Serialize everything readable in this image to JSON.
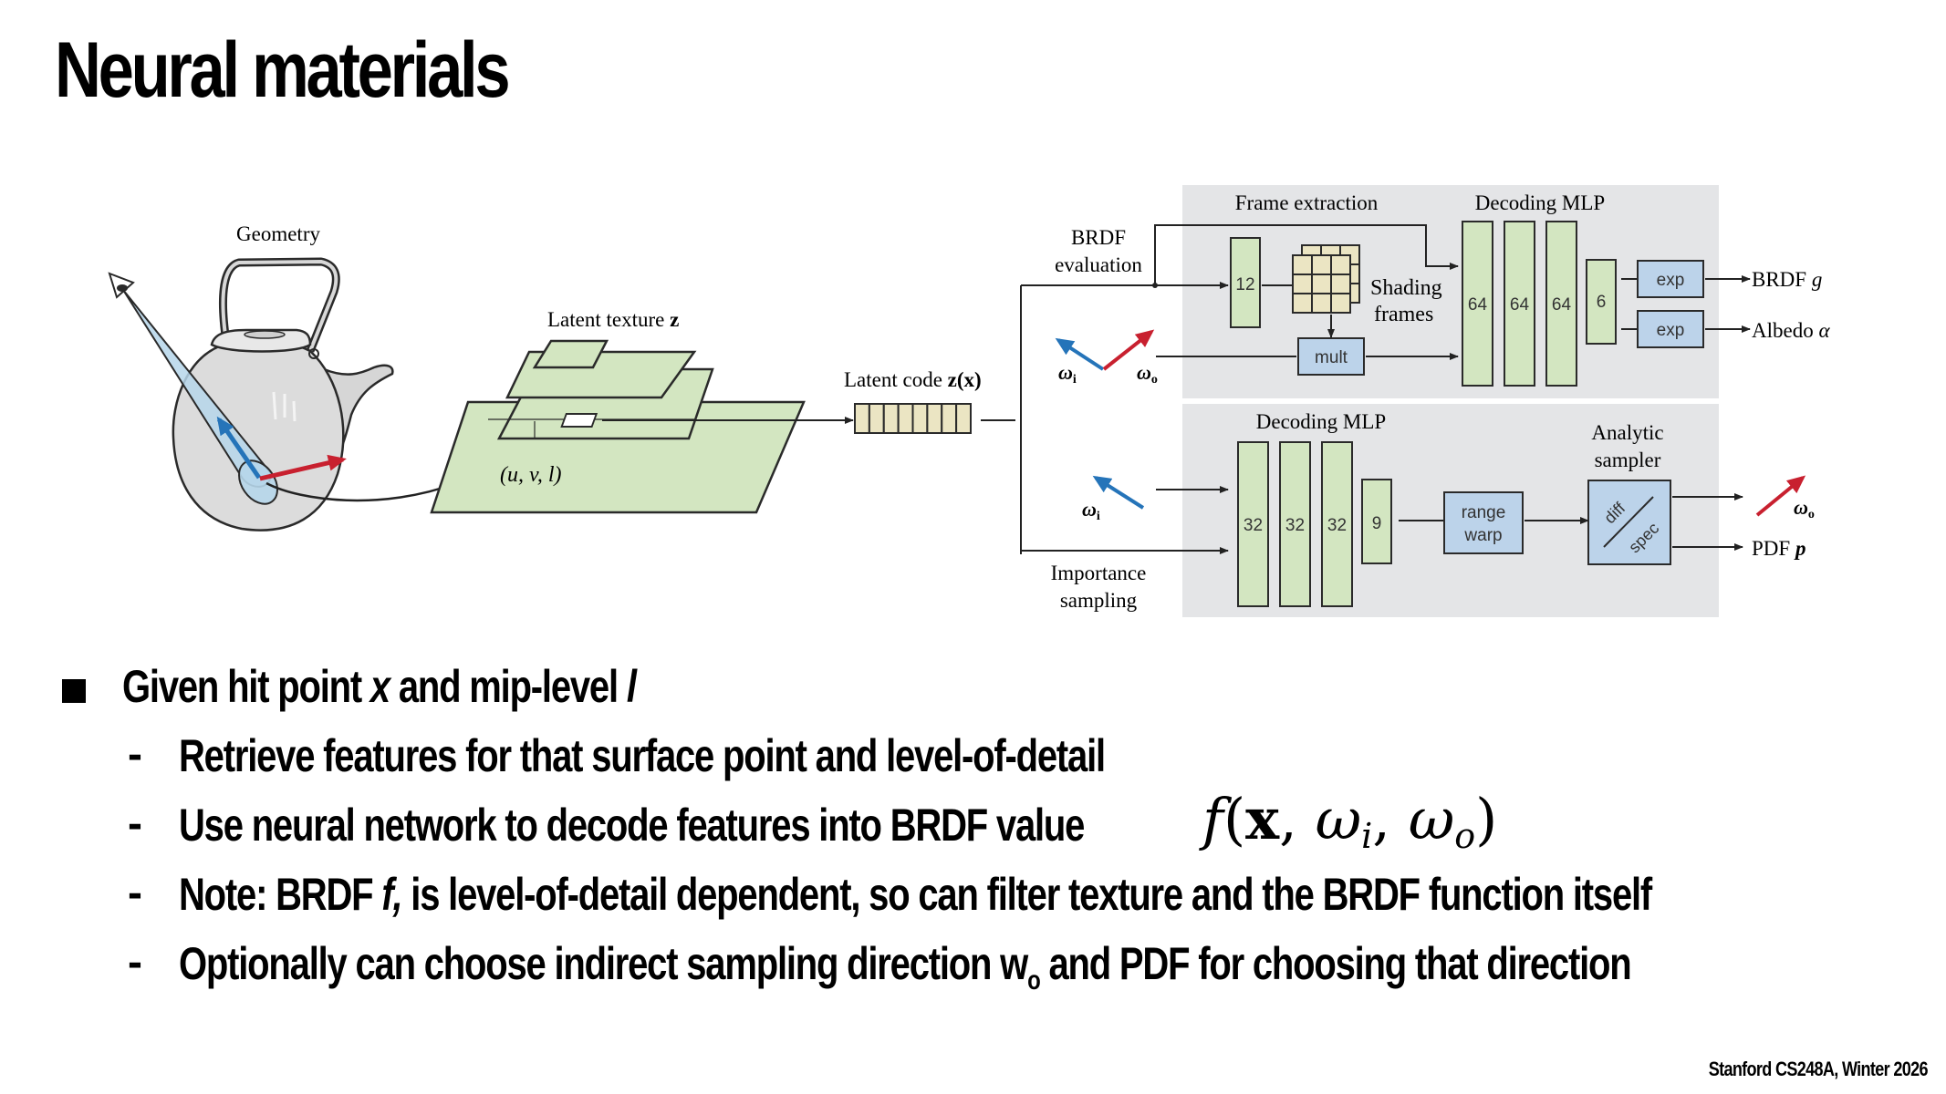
{
  "slide": {
    "title": "Neural materials",
    "footer": "Stanford CS248A, Winter 2026"
  },
  "diagram": {
    "geometry_label": "Geometry",
    "latent_texture_label": "Latent texture",
    "latent_texture_symbol": "z",
    "uvl_label": "(u, v, l)",
    "latent_code_label": "Latent code",
    "latent_code_symbol": "z(x)",
    "latent_code_cells": 8,
    "brdf_eval_label_1": "BRDF",
    "brdf_eval_label_2": "evaluation",
    "importance_label_1": "Importance",
    "importance_label_2": "sampling",
    "omega_i": "ω",
    "omega_i_sub": "i",
    "omega_o": "ω",
    "omega_o_sub": "o",
    "colors": {
      "panel_bg": "#e4e5e7",
      "layer_green": "#d3e6c1",
      "op_blue": "#bcd3ea",
      "code_tan": "#ebe5c3",
      "arrow_blue": "#2574b9",
      "arrow_red": "#c8202f",
      "cone_blue": "#b6d6ea"
    },
    "top_panel": {
      "frame_extraction_label": "Frame extraction",
      "frame_layer": "12",
      "shading_frames_label_1": "Shading",
      "shading_frames_label_2": "frames",
      "mult_label": "mult",
      "decoding_label": "Decoding MLP",
      "layers": [
        "64",
        "64",
        "64"
      ],
      "output_layer": "6",
      "exp_label_1": "exp",
      "exp_label_2": "exp",
      "output_1": "BRDF",
      "output_1_symbol": "g",
      "output_2": "Albedo",
      "output_2_symbol": "α"
    },
    "bottom_panel": {
      "decoding_label": "Decoding MLP",
      "layers": [
        "32",
        "32",
        "32"
      ],
      "output_layer": "9",
      "range_warp_1": "range",
      "range_warp_2": "warp",
      "sampler_label_1": "Analytic",
      "sampler_label_2": "sampler",
      "sampler_diff": "diff",
      "sampler_spec": "spec",
      "output_2": "PDF",
      "output_2_symbol": "p"
    }
  },
  "bullets": {
    "main": {
      "text_1": "Given hit point ",
      "var_x": "x",
      "text_2": " and mip-level ",
      "var_l": "l"
    },
    "sub": [
      {
        "text": "Retrieve features for that surface point and level-of-detail"
      },
      {
        "text": "Use neural network to decode features into BRDF value"
      },
      {
        "text_1": "Note: BRDF ",
        "var_f": "f,",
        "text_2": " is level-of-detail dependent, so can filter texture and the BRDF function itself"
      },
      {
        "text_1": "Optionally can choose indirect sampling direction w",
        "sub": "o",
        "text_2": " and PDF for choosing that direction"
      }
    ],
    "formula": {
      "f": "f",
      "open": "(",
      "x": "x",
      "comma1": ",",
      "w1": "ω",
      "i": "i",
      "comma2": ",",
      "w2": "ω",
      "o": "o",
      "close": ")"
    }
  }
}
